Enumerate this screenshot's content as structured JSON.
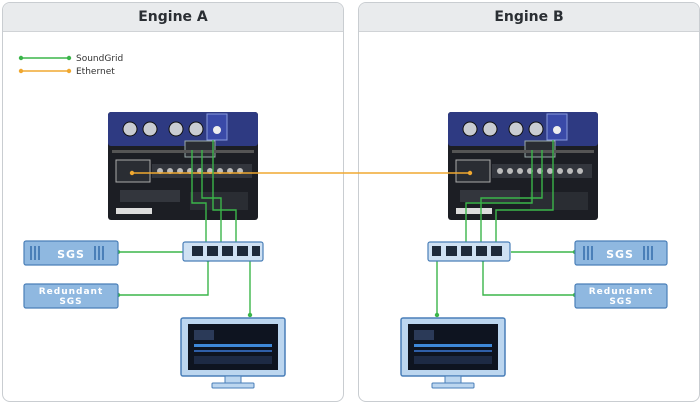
{
  "panels": {
    "a": {
      "title": "Engine A"
    },
    "b": {
      "title": "Engine B"
    }
  },
  "legend": {
    "soundgrid": {
      "label": "SoundGrid",
      "color": "#3bb54a"
    },
    "ethernet": {
      "label": "Ethernet",
      "color": "#f0a830"
    }
  },
  "devices": {
    "sgs_label": "SGS",
    "redundant_line1": "Redundant",
    "redundant_line2": "SGS"
  },
  "colors": {
    "box_fill": "#8fb8e0",
    "box_stroke": "#4a7fb8",
    "switch_fill": "#cfe1f3",
    "rack": "#1c1e24",
    "rack_top": "#2e3a82"
  }
}
